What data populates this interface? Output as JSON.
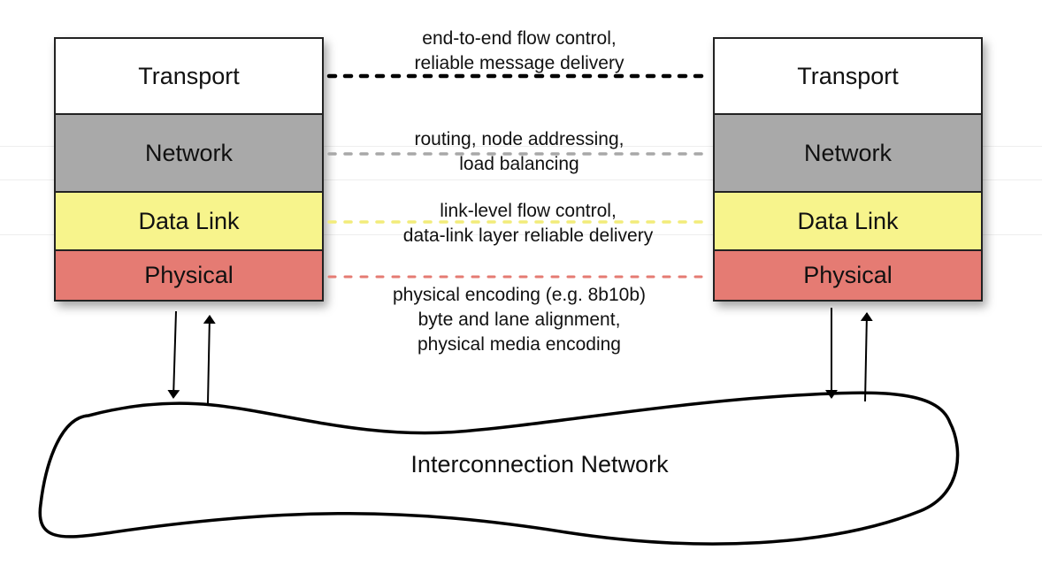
{
  "left_stack": {
    "transport": "Transport",
    "network": "Network",
    "datalink": "Data Link",
    "physical": "Physical"
  },
  "right_stack": {
    "transport": "Transport",
    "network": "Network",
    "datalink": "Data Link",
    "physical": "Physical"
  },
  "descriptions": {
    "transport": [
      "end-to-end flow control,",
      "reliable message delivery"
    ],
    "network": [
      "routing, node addressing,",
      "load balancing"
    ],
    "datalink": [
      "link-level flow control,",
      "data-link layer reliable delivery"
    ],
    "physical": [
      "physical encoding (e.g. 8b10b)",
      "byte and lane alignment,",
      "physical media encoding"
    ]
  },
  "network_cloud": "Interconnection Network",
  "colors": {
    "transport": "#ffffff",
    "network": "#a9a9a9",
    "datalink": "#f7f48c",
    "physical": "#e57b73",
    "transport_link": "#000000",
    "network_link": "#a8a8a8",
    "datalink_link": "#f2ec7a",
    "physical_link": "#e57b73"
  }
}
